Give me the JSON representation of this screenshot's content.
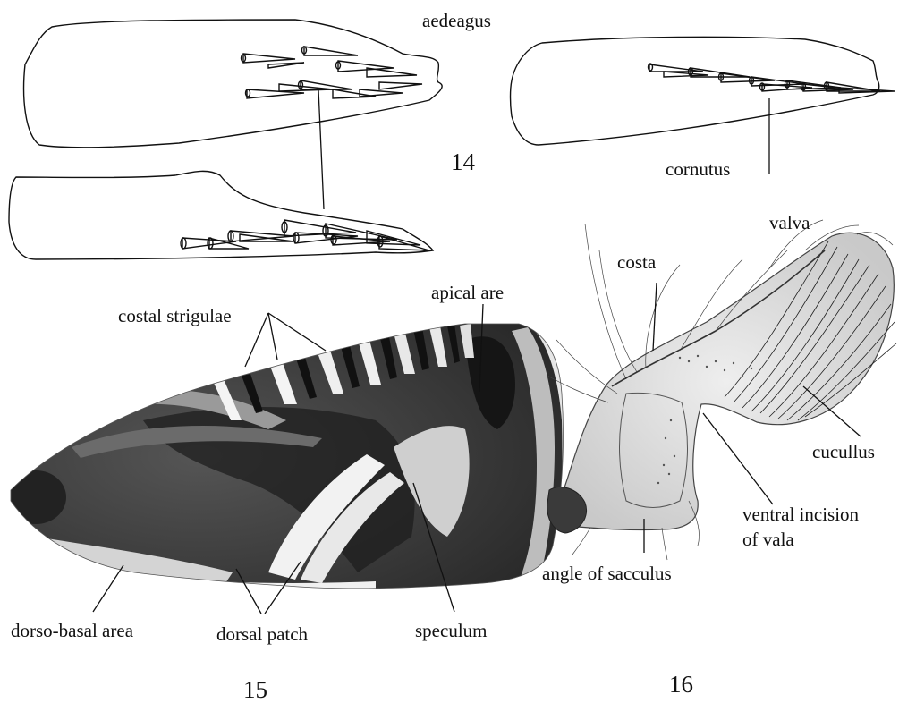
{
  "labels": {
    "aedeagus": "aedeagus",
    "cornutus": "cornutus",
    "costal_strigulae": "costal strigulae",
    "apical_area": "apical are",
    "dorso_basal_area": "dorso-basal area",
    "dorsal_patch": "dorsal patch",
    "speculum": "speculum",
    "valva": "valva",
    "costa": "costa",
    "cucullus": "cucullus",
    "ventral_incision_line1": "ventral incision",
    "ventral_incision_line2": "of vala",
    "angle_of_sacculus": "angle of sacculus"
  },
  "figure_numbers": {
    "fig14": "14",
    "fig15": "15",
    "fig16": "16"
  },
  "colors": {
    "ink": "#111111",
    "background": "#ffffff"
  }
}
